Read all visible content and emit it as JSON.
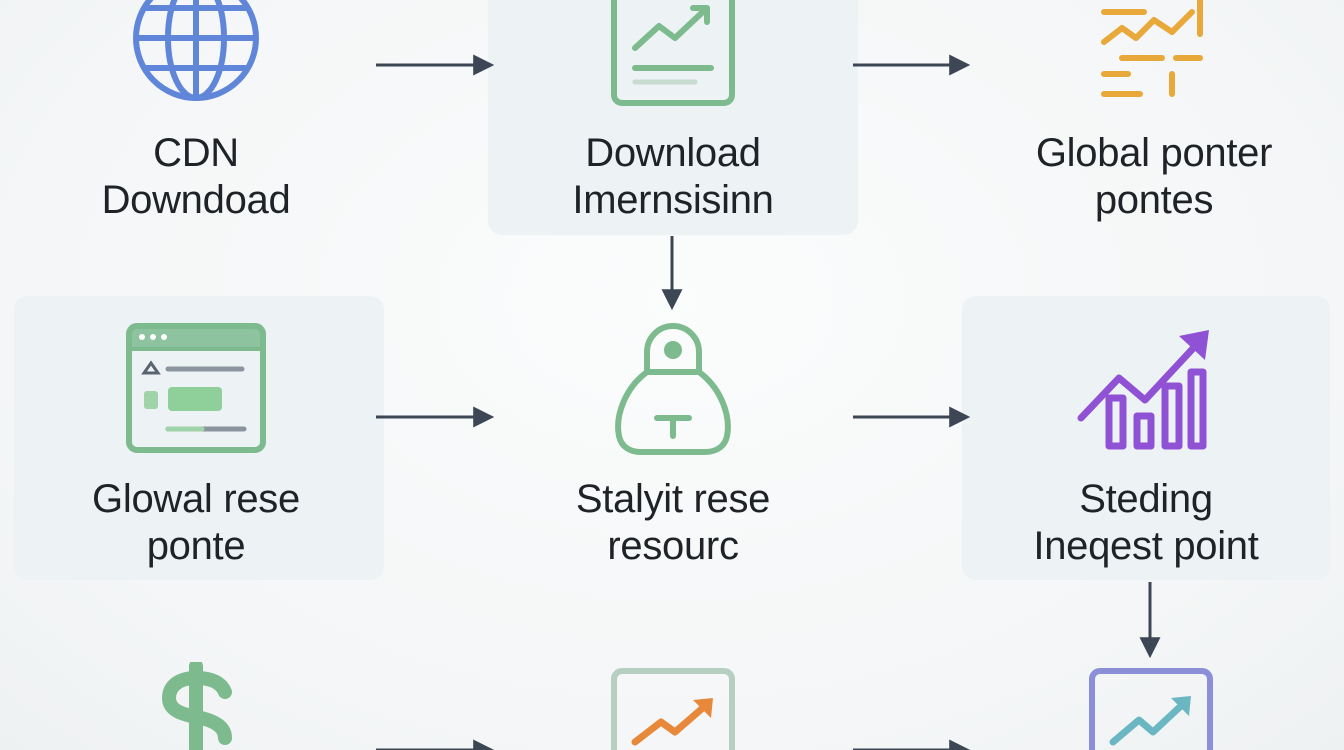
{
  "nodes": [
    {
      "id": "cdn",
      "line1": "CDN",
      "line2": "Downdoad",
      "icon": "globe-icon"
    },
    {
      "id": "download",
      "line1": "Download",
      "line2": "Imernsisinn",
      "icon": "document-chart-icon"
    },
    {
      "id": "global-ponter",
      "line1": "Global ponter",
      "line2": "pontes",
      "icon": "chart-lines-icon"
    },
    {
      "id": "glowal-rese",
      "line1": "Glowal rese",
      "line2": "ponte",
      "icon": "browser-window-icon"
    },
    {
      "id": "stalyit",
      "line1": "Stalyit rese",
      "line2": "resourc",
      "icon": "bag-icon"
    },
    {
      "id": "steding",
      "line1": "Steding",
      "line2": "Ineqest point",
      "icon": "bar-chart-icon"
    },
    {
      "id": "dollar",
      "icon": "dollar-icon"
    },
    {
      "id": "trend-orange",
      "icon": "trend-chart-icon"
    },
    {
      "id": "trend-blue",
      "icon": "trend-chart-icon"
    }
  ],
  "colors": {
    "blue": "#5f86d8",
    "green": "#7dbb8f",
    "orange": "#e8a83a",
    "purple": "#8f52d4",
    "arrow": "#3d4654",
    "text": "#1f2226"
  }
}
